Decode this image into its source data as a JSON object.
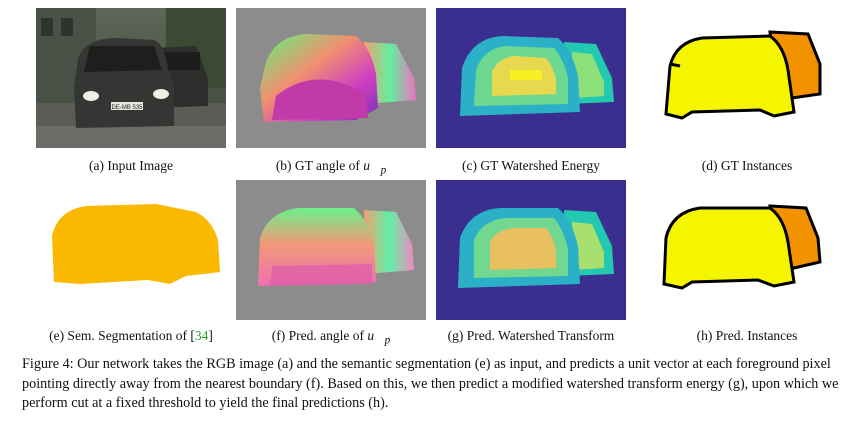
{
  "figure": {
    "panels": [
      {
        "id": "a",
        "caption": "(a) Input Image"
      },
      {
        "id": "b",
        "caption_pre": "(b) GT angle of ",
        "caption_math": "u⃗",
        "caption_sub": "p"
      },
      {
        "id": "c",
        "caption": "(c) GT Watershed Energy"
      },
      {
        "id": "d",
        "caption": "(d) GT Instances"
      },
      {
        "id": "e",
        "caption_pre": "(e) Sem. Segmentation of [",
        "caption_ref": "34",
        "caption_post": "]"
      },
      {
        "id": "f",
        "caption_pre": "(f) Pred. angle of ",
        "caption_math": "u⃗",
        "caption_sub": "p"
      },
      {
        "id": "g",
        "caption": "(g) Pred. Watershed Transform"
      },
      {
        "id": "h",
        "caption": "(h) Pred. Instances"
      }
    ],
    "license_plate": "DE-MB 535",
    "caption_text": "Figure 4: Our network takes the RGB image (a) and the semantic segmentation (e) as input, and predicts a unit vector at each foreground pixel pointing directly away from the nearest boundary (f). Based on this, we then predict a modified watershed transform energy (g), upon which we perform cut at a fixed threshold to yield the final predictions (h).",
    "colors": {
      "watershed_bg": "#3a2f8e",
      "instance_yellow": "#f5f500",
      "instance_orange": "#f39200",
      "semseg_orange": "#fbb800",
      "angle_bg": "#8c8c8c"
    }
  }
}
